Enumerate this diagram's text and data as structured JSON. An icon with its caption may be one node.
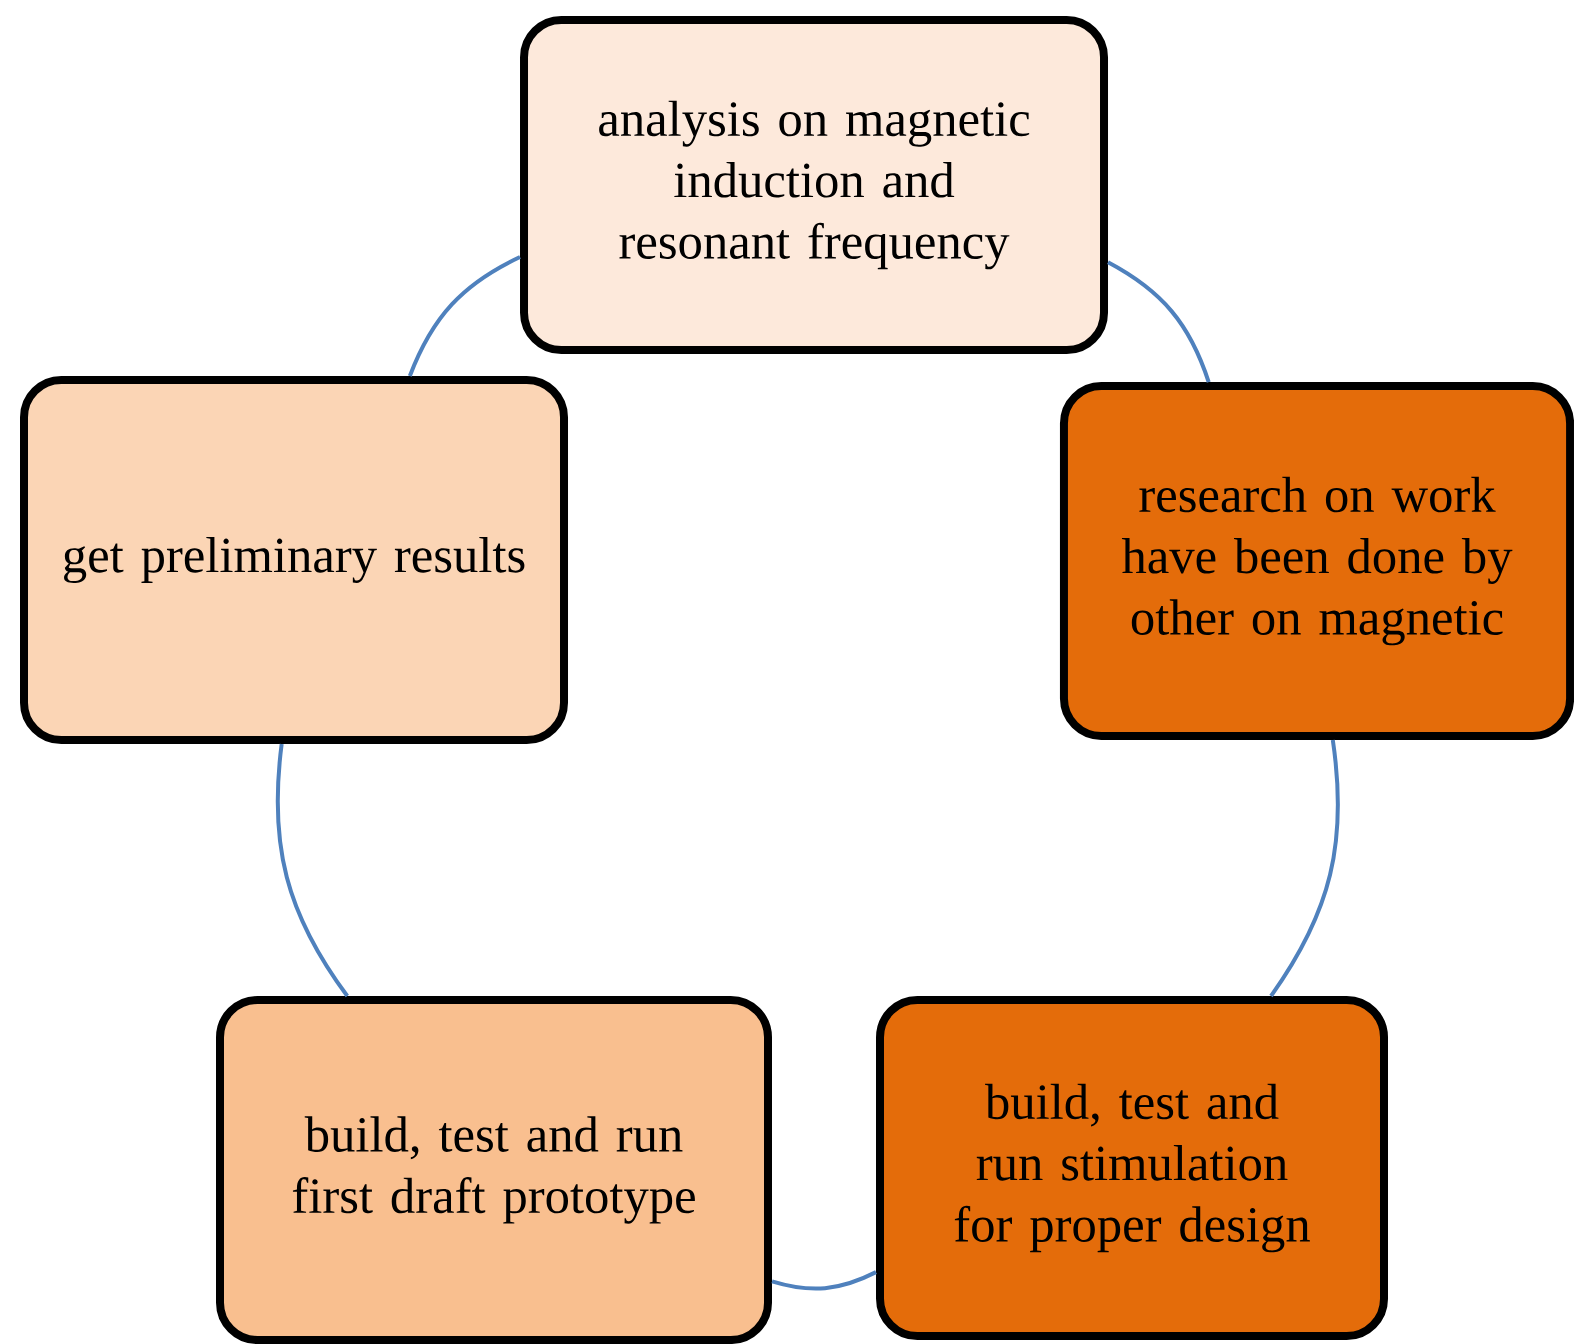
{
  "diagram": {
    "nodes": [
      {
        "text": [
          "analysis on magnetic induction and resonant frequency"
        ]
      },
      {
        "text": [
          "research on work have been done by other on magnetic"
        ]
      },
      {
        "text": [
          "build, test and run stimulation for proper design"
        ]
      },
      {
        "text": [
          "build, test and run first draft prototype"
        ]
      },
      {
        "text": [
          "get preliminary results"
        ]
      }
    ],
    "edges": [
      {
        "from": 0,
        "to": 1,
        "arrow": "none"
      },
      {
        "from": 1,
        "to": 2,
        "arrow": "none"
      },
      {
        "from": 2,
        "to": 3,
        "arrow": "none"
      },
      {
        "from": 3,
        "to": 4,
        "arrow": "none"
      },
      {
        "from": 4,
        "to": 0,
        "arrow": "none"
      }
    ]
  }
}
